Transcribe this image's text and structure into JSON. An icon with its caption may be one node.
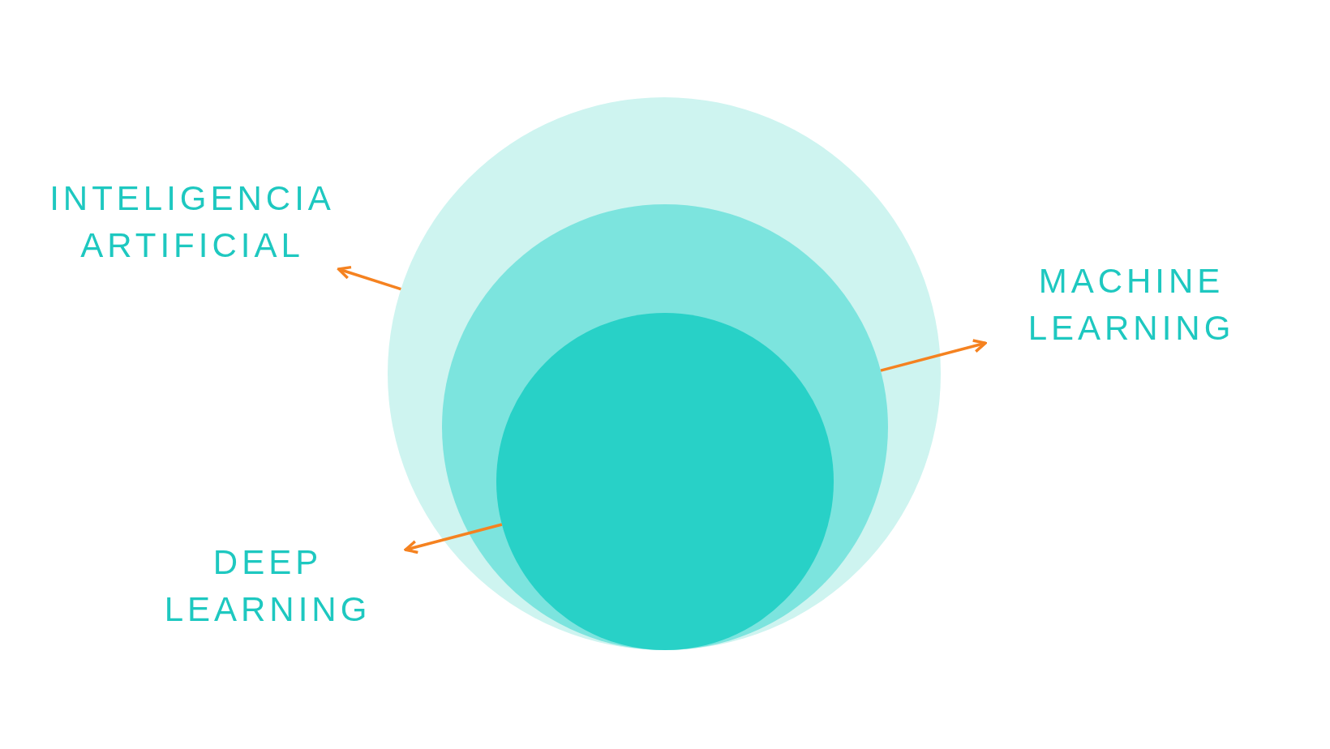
{
  "diagram": {
    "nodes": [
      {
        "text": [
          "INTELIGENCIA ARTIFICIAL"
        ]
      },
      {
        "text": [
          "MACHINE LEARNING"
        ]
      },
      {
        "text": [
          "DEEP LEARNING"
        ]
      },
      {
        "text": [],
        "shape": "circle"
      },
      {
        "text": [],
        "shape": "circle",
        "in": 3
      },
      {
        "text": [],
        "shape": "circle",
        "in": 4
      }
    ],
    "edges": [
      {
        "from": 3,
        "to": 0,
        "arrow": "to"
      },
      {
        "from": 4,
        "to": 1,
        "arrow": "to"
      },
      {
        "from": 5,
        "to": 2,
        "arrow": "to"
      }
    ]
  }
}
